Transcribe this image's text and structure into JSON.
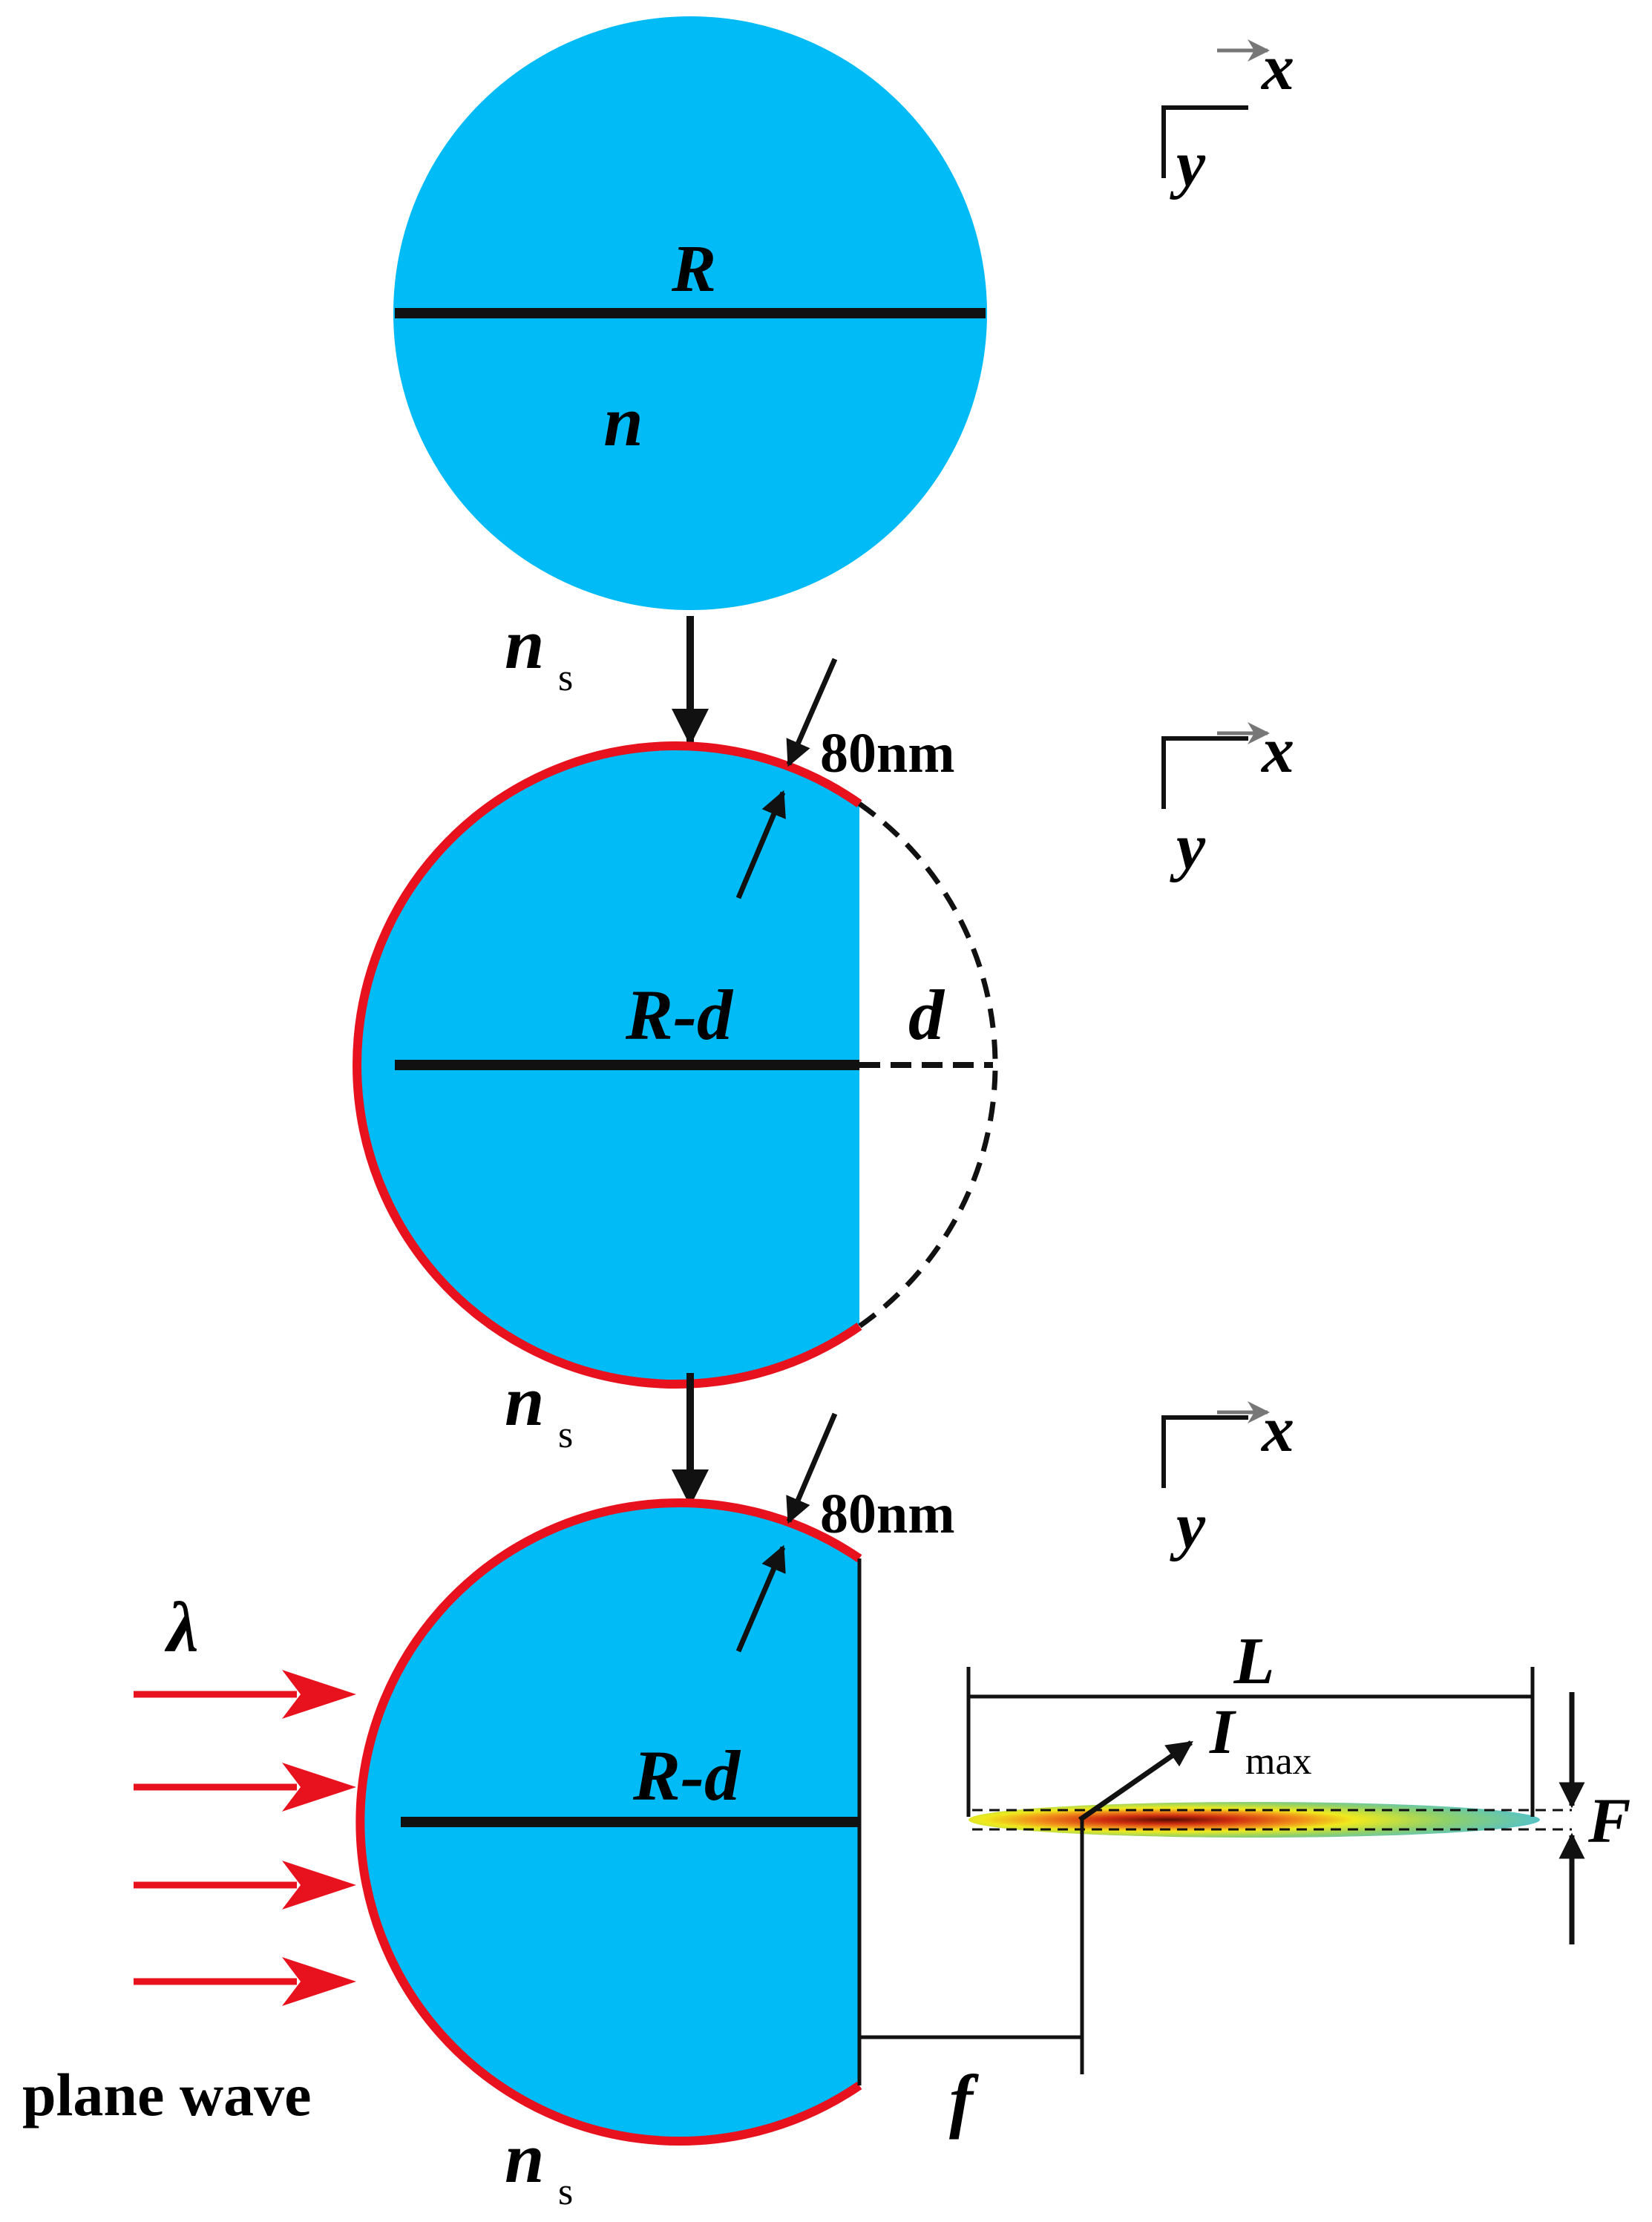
{
  "labels": {
    "R": "R",
    "n": "n",
    "ns_n": "n",
    "ns_sub": "s",
    "Rd": "R-d",
    "d": "d",
    "thickness": "80nm",
    "lambda": "λ",
    "plane_wave": "plane wave",
    "L": "L",
    "I": "I",
    "Imax_sub": "max",
    "F": "F",
    "f": "f",
    "x": "x",
    "y": "y"
  },
  "colors": {
    "sphere_fill": "#00bbf5",
    "shell": "#e8121e",
    "wave_arrow": "#e8121e",
    "line": "#111111",
    "focus_outer": "#58c3c5",
    "focus_mid": "#f0ea1d",
    "focus_inner": "#d02e10",
    "focus_core": "#5a0a00"
  }
}
